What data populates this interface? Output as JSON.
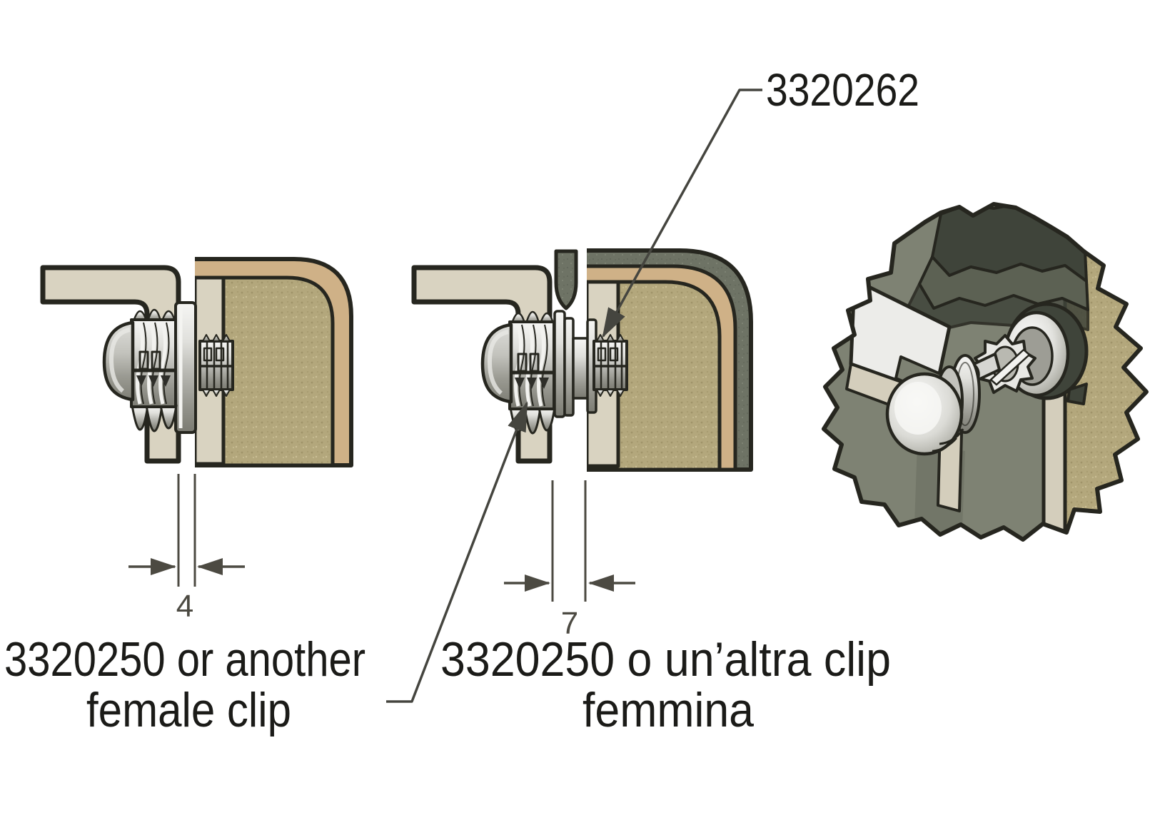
{
  "callouts": {
    "top_part_number": "3320262"
  },
  "captions": {
    "left_line1": "3320250 or another",
    "left_line2": "female clip",
    "middle_line1": "3320250 o un’altra clip",
    "middle_line2": "femmina"
  },
  "dimensions": {
    "left_gap_mm": "4",
    "middle_gap_mm": "7"
  },
  "colors": {
    "background": "#ffffff",
    "outline": "#26261f",
    "panel_beige": "#d9d3c1",
    "band_tan": "#cfb187",
    "core_khaki": "#b3a77c",
    "speck_dark": "#998d64",
    "speck_light": "#cfc49a",
    "profile_green": "#6e7365",
    "illus_green": "#7e8273",
    "illus_green_mid": "#5c6153",
    "illus_green_dark": "#3f443a",
    "illus_face_white": "#ecece9",
    "illus_beige": "#d4cebc",
    "text_color": "#1b1b18",
    "dim_color": "#4c4a42",
    "leader_color": "#45453f"
  }
}
